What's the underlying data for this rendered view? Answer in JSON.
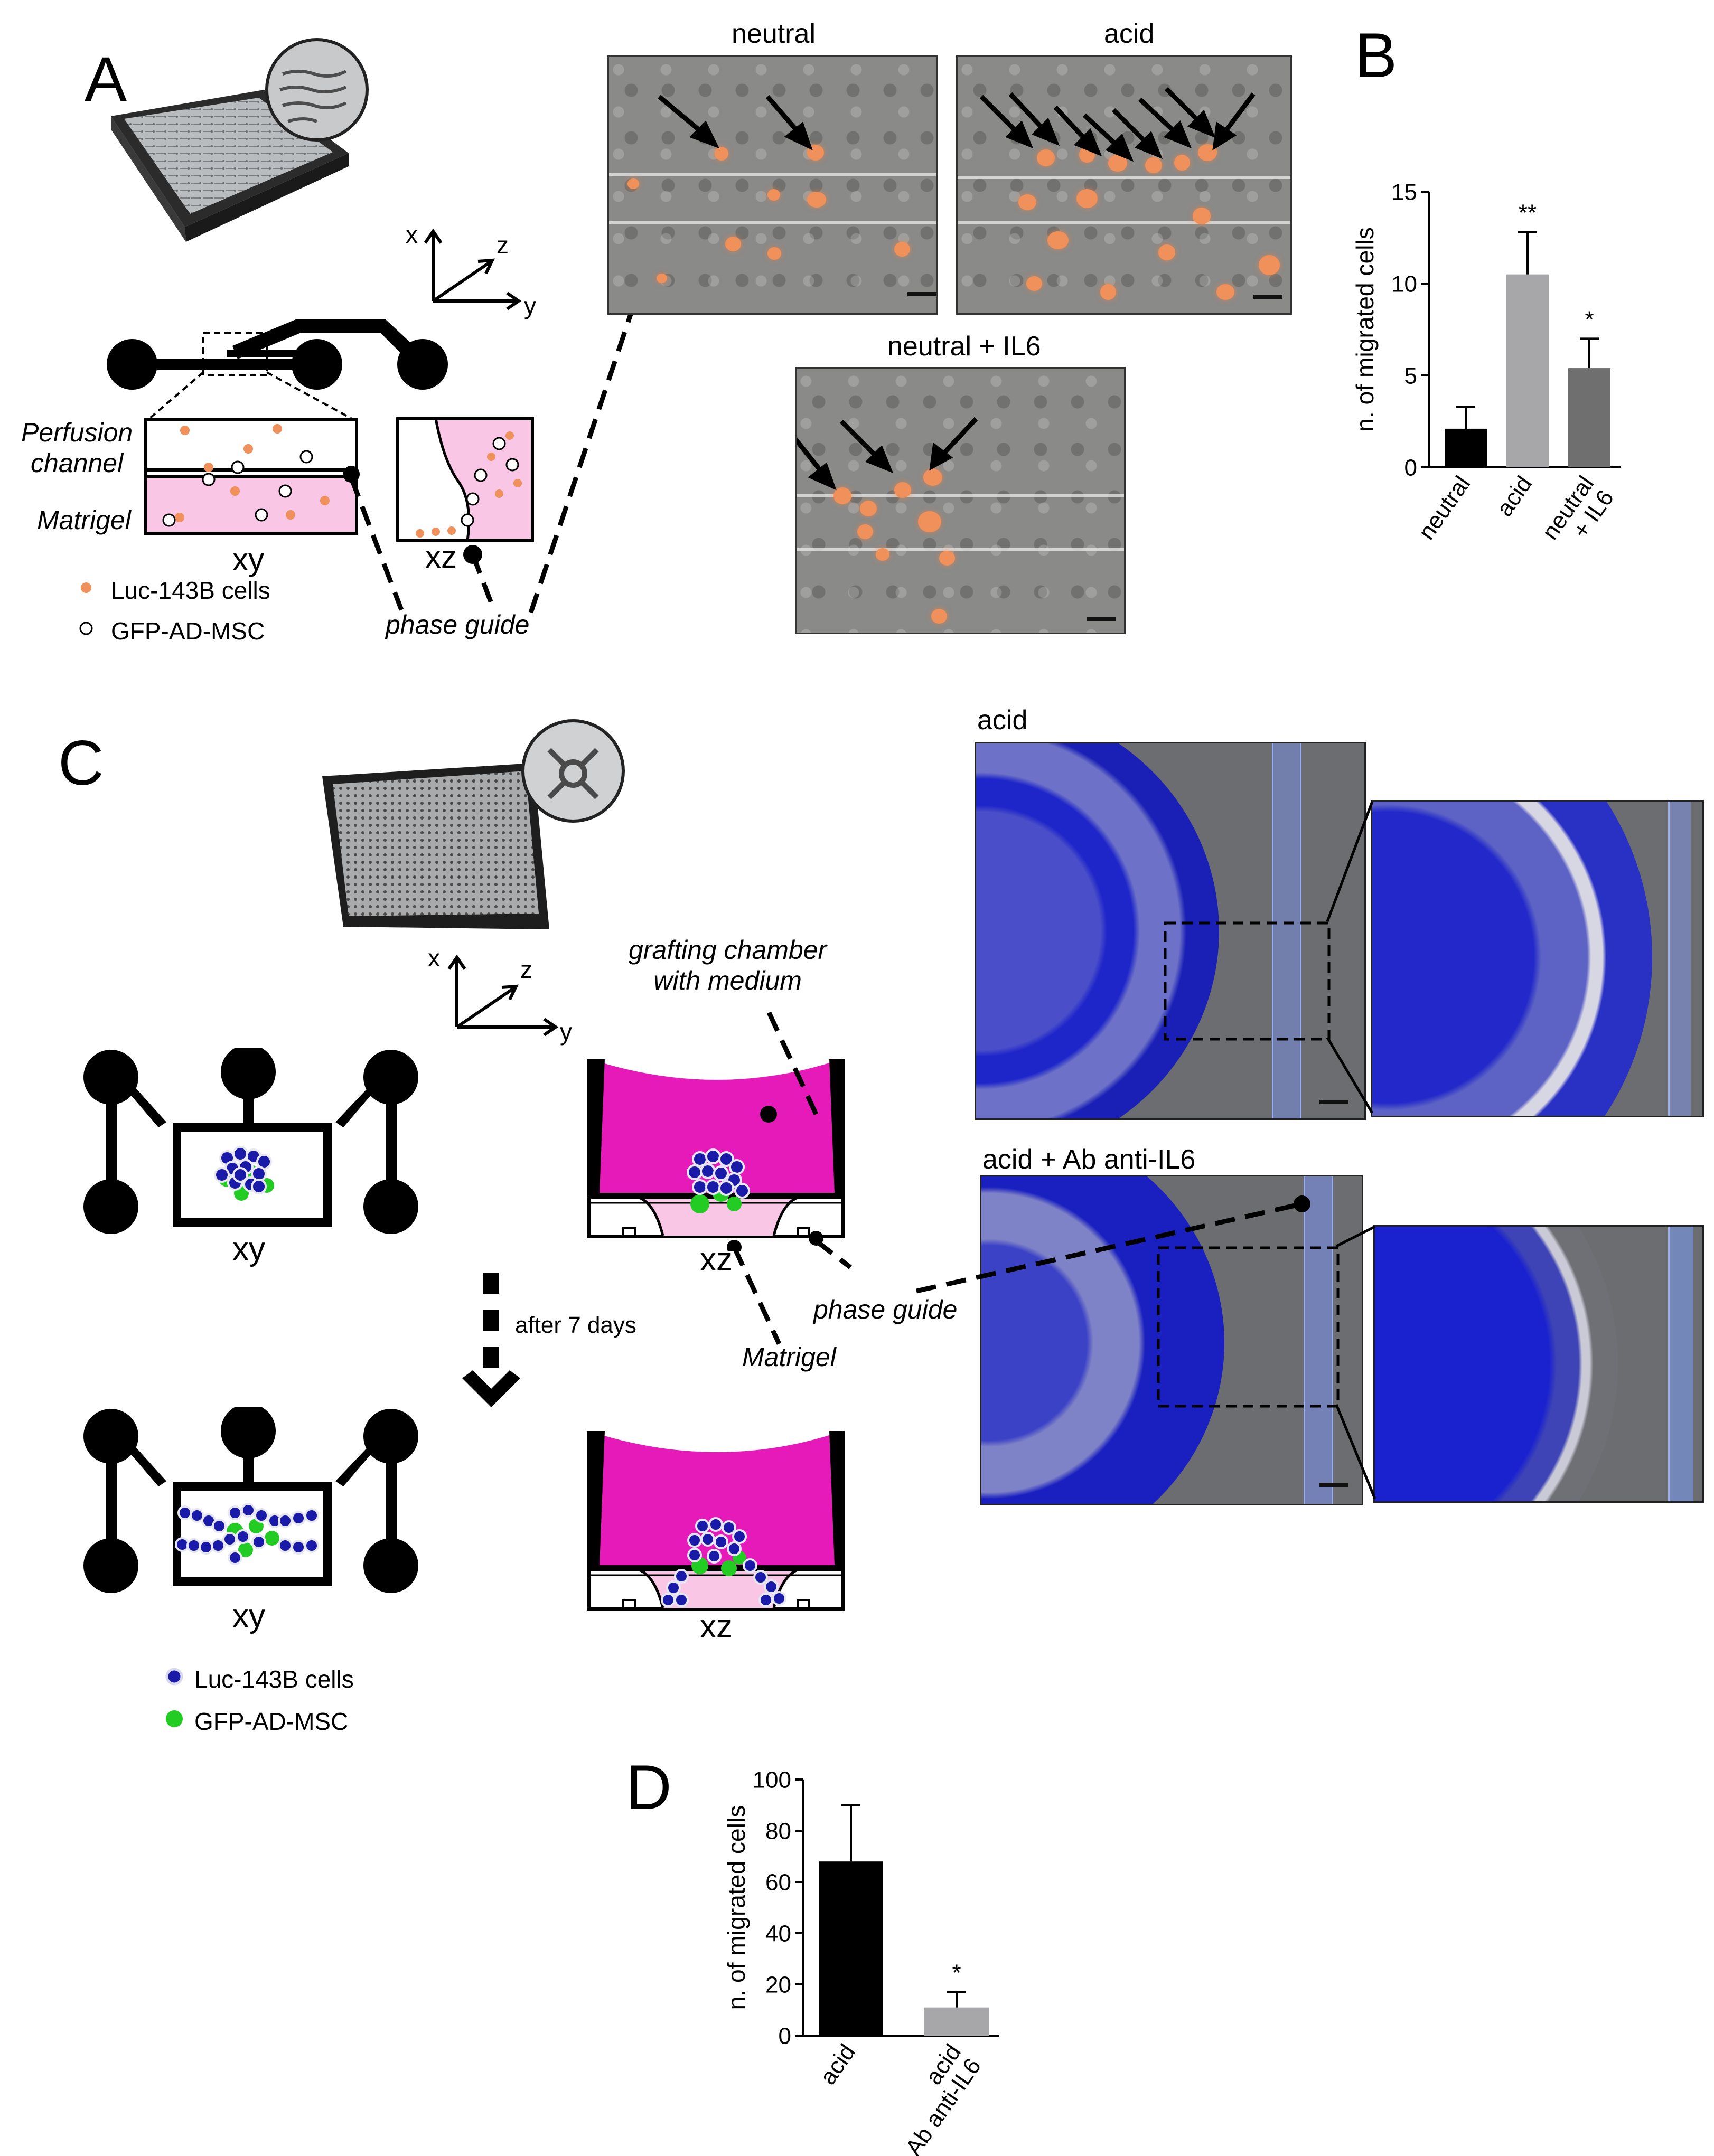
{
  "panels": {
    "A": "A",
    "B": "B",
    "C": "C",
    "D": "D"
  },
  "panel_a": {
    "axes": {
      "x": "x",
      "y": "y",
      "z": "z"
    },
    "perfusion_channel": "Perfusion channel",
    "perfusion_line1": "Perfusion",
    "perfusion_line2": "channel",
    "matrigel": "Matrigel",
    "view_xy": "xy",
    "view_xz": "xz",
    "legend_luc": "Luc-143B cells",
    "legend_gfp": "GFP-AD-MSC",
    "phase_guide": "phase guide",
    "micro_titles": [
      "neutral",
      "acid",
      "neutral + IL6"
    ]
  },
  "panel_c": {
    "axes": {
      "x": "x",
      "y": "y",
      "z": "z"
    },
    "grafting_line1": "grafting chamber",
    "grafting_line2": "with medium",
    "view_xy": "xy",
    "view_xz": "xz",
    "after_days": "after 7 days",
    "phase_guide": "phase guide",
    "matrigel": "Matrigel",
    "legend_luc": "Luc-143B cells",
    "legend_gfp": "GFP-AD-MSC",
    "fluo_titles": [
      "acid",
      "acid + Ab anti-IL6"
    ]
  },
  "colors": {
    "orange_cell": "#f0905a",
    "matrigel_pink": "#f9c6e6",
    "medium_magenta": "#e61ab8",
    "gfp_green": "#22cc22",
    "luc_blue": "#1a1aa8"
  },
  "chart_data": [
    {
      "panel": "B",
      "type": "bar",
      "categories": [
        "neutral",
        "acid",
        "neutral + IL6"
      ],
      "values": [
        2.1,
        10.5,
        5.4
      ],
      "errors": [
        1.2,
        2.3,
        1.6
      ],
      "significance": [
        "",
        "**",
        "*"
      ],
      "colors": [
        "#000000",
        "#a7a7a9",
        "#6f6f6f"
      ],
      "ylabel": "n. of migrated cells",
      "ylim": [
        0,
        15
      ],
      "yticks": [
        0,
        5,
        10,
        15
      ]
    },
    {
      "panel": "D",
      "type": "bar",
      "categories": [
        "acid",
        "acid + Ab anti-IL6"
      ],
      "values": [
        68,
        11
      ],
      "errors": [
        22,
        6
      ],
      "significance": [
        "",
        "*"
      ],
      "colors": [
        "#000000",
        "#a7a7a9"
      ],
      "ylabel": "n. of migrated cells",
      "ylim": [
        0,
        100
      ],
      "yticks": [
        0,
        20,
        40,
        60,
        80,
        100
      ]
    }
  ]
}
